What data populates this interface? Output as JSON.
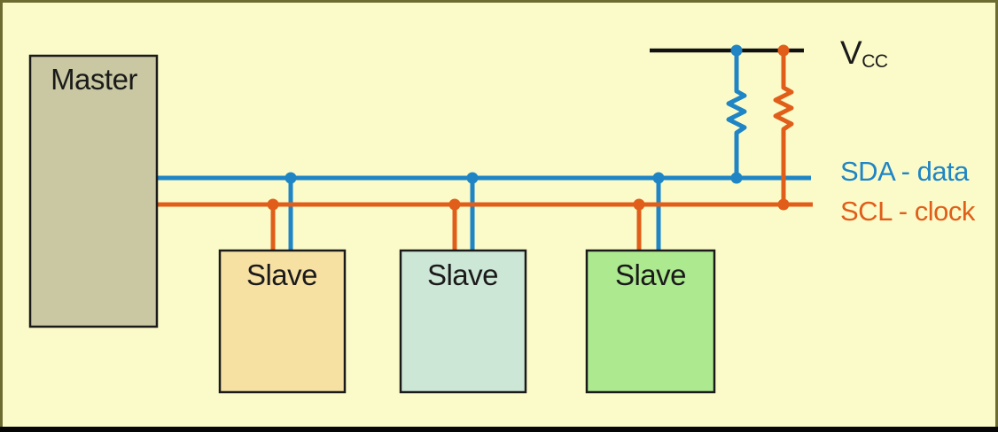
{
  "diagram": {
    "master": {
      "label": "Master"
    },
    "slaves": [
      {
        "label": "Slave"
      },
      {
        "label": "Slave"
      },
      {
        "label": "Slave"
      }
    ],
    "labels": {
      "vcc_main": "V",
      "vcc_sub": "CC",
      "sda": "SDA - data",
      "scl": "SCL - clock"
    }
  },
  "colors": {
    "background": "#FBFBC9",
    "frame_border": "#6C6C31",
    "bottom_bar": "#060606",
    "box_border": "#1A1A1A",
    "master_fill": "#C9C8A2",
    "slave1_fill": "#F6E1A3",
    "slave2_fill": "#CDE7D6",
    "slave3_fill": "#ADE98F",
    "sda_blue": "#1F85C5",
    "scl_orange": "#E05E1A",
    "vcc_rail": "#111111",
    "text_black": "#1A1A1A"
  }
}
